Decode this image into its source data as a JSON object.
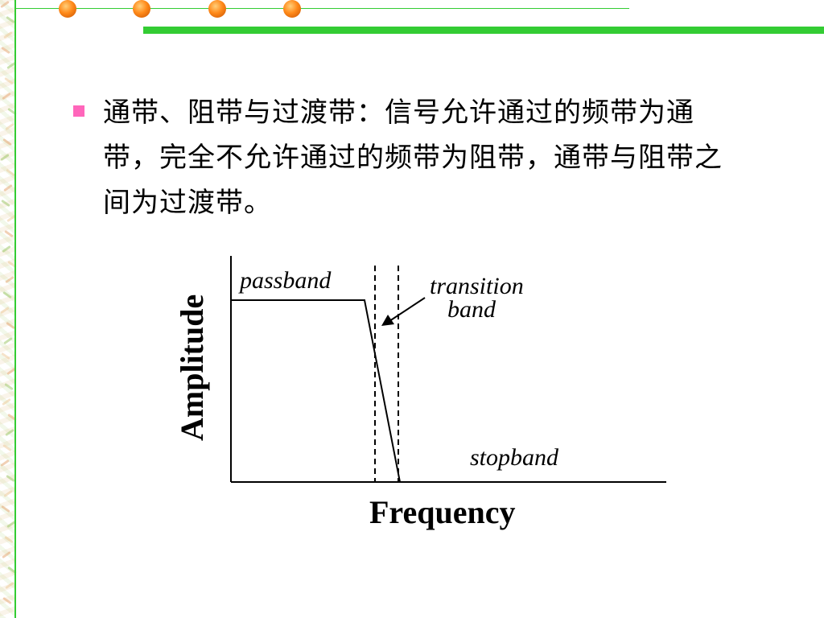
{
  "slide": {
    "bullet_text": "通带、阻带与过渡带：信号允许通过的频带为通带，完全不允许通过的频带为阻带，通带与阻带之间为过渡带。"
  },
  "diagram": {
    "ylabel": "Amplitude",
    "xlabel": "Frequency",
    "passband_label": "passband",
    "transition_label_line1": "transition",
    "transition_label_line2": "band",
    "stopband_label": "stopband"
  },
  "colors": {
    "accent_green": "#33cc33",
    "bead_orange": "#ff8a1a",
    "bullet_pink": "#ff66bb"
  }
}
